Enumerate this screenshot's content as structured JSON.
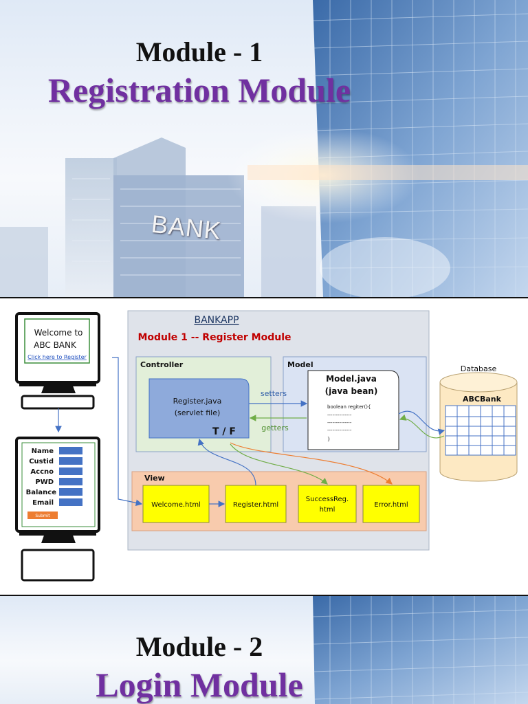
{
  "slide1": {
    "title": "Module - 1",
    "subtitle": "Registration Module",
    "building_sign": "BANK"
  },
  "diagram": {
    "monitor1": {
      "line1": "Welcome to",
      "line2": "ABC BANK",
      "link": "Click here to Register"
    },
    "form": {
      "fields": [
        "Name",
        "Custid",
        "Accno",
        "PWD",
        "Balance",
        "Email"
      ],
      "submit": "Submit"
    },
    "app_title": "BANKAPP",
    "module_title": "Module 1 -- Register Module",
    "controller": {
      "label": "Controller",
      "file": "Register.java",
      "desc": "(servlet file)",
      "tf": "T / F"
    },
    "model": {
      "label": "Model",
      "file": "Model.java",
      "desc": "(java bean)",
      "method": "boolean regiter(){",
      "dashes": "--------------",
      "close": "}"
    },
    "arrows": {
      "setters": "setters",
      "getters": "getters"
    },
    "view": {
      "label": "View",
      "pages": [
        "Welcome.html",
        "Register.html",
        "SuccessReg.",
        "html",
        "Error.html"
      ]
    },
    "database": {
      "label": "Database",
      "name": "ABCBank"
    }
  },
  "slide3": {
    "title": "Module - 2",
    "subtitle": "Login Module"
  },
  "colors": {
    "purple": "#7030a0",
    "yellow": "#ffff00",
    "view_bg": "#f8cbad",
    "controller_bg": "#e2efd9",
    "model_bg": "#dae3f3",
    "servlet_blue": "#8eaadb",
    "red": "#c00000",
    "navy": "#1f3864"
  }
}
